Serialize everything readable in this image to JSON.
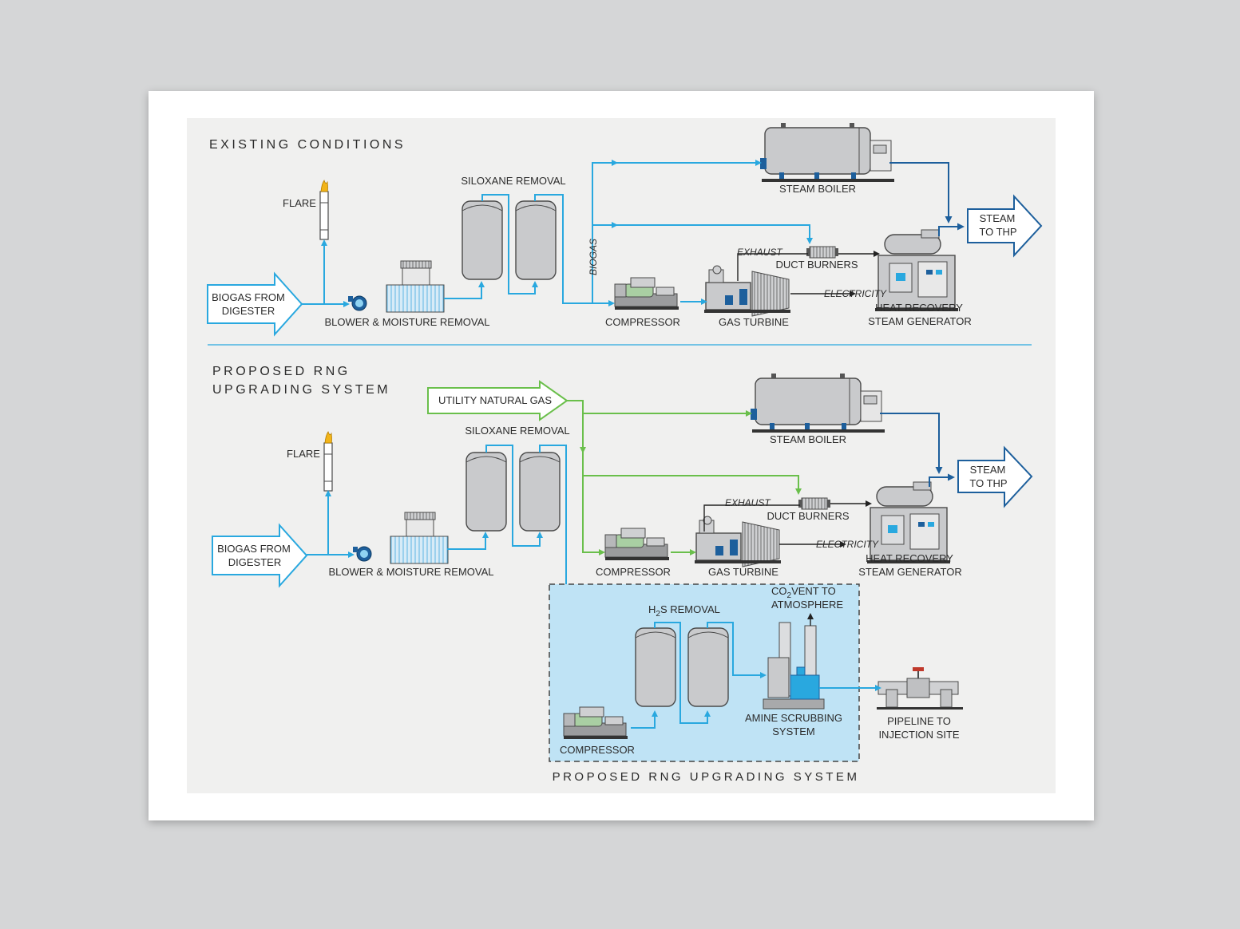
{
  "existing": {
    "heading": "EXISTING CONDITIONS",
    "flare": "FLARE",
    "biogas_from_1": "BIOGAS FROM",
    "biogas_from_2": "DIGESTER",
    "blower": "BLOWER & MOISTURE REMOVAL",
    "siloxane": "SILOXANE REMOVAL",
    "biogas": "BIOGAS",
    "compressor": "COMPRESSOR",
    "gas_turbine": "GAS TURBINE",
    "exhaust": "EXHAUST",
    "duct_burners": "DUCT BURNERS",
    "electricity": "ELECTRICITY",
    "hrsg_1": "HEAT RECOVERY",
    "hrsg_2": "STEAM GENERATOR",
    "steam_boiler": "STEAM BOILER",
    "steam_1": "STEAM",
    "steam_2": "TO THP"
  },
  "proposed": {
    "heading_1": "PROPOSED RNG",
    "heading_2": "UPGRADING SYSTEM",
    "utility_gas": "UTILITY NATURAL GAS",
    "flare": "FLARE",
    "biogas_from_1": "BIOGAS FROM",
    "biogas_from_2": "DIGESTER",
    "blower": "BLOWER & MOISTURE REMOVAL",
    "siloxane": "SILOXANE REMOVAL",
    "compressor": "COMPRESSOR",
    "gas_turbine": "GAS TURBINE",
    "exhaust": "EXHAUST",
    "duct_burners": "DUCT BURNERS",
    "electricity": "ELECTRICITY",
    "hrsg_1": "HEAT RECOVERY",
    "hrsg_2": "STEAM GENERATOR",
    "steam_boiler": "STEAM BOILER",
    "steam_1": "STEAM",
    "steam_2": "TO THP"
  },
  "upgrading": {
    "caption": "PROPOSED RNG UPGRADING SYSTEM",
    "h2s_a": "H",
    "h2s_sub": "2",
    "h2s_b": "S REMOVAL",
    "co2_a": "CO",
    "co2_sub": "2",
    "co2_b": "VENT TO",
    "co2_2": "ATMOSPHERE",
    "amine_1": "AMINE SCRUBBING",
    "amine_2": "SYSTEM",
    "compressor": "COMPRESSOR",
    "pipeline_1": "PIPELINE TO",
    "pipeline_2": "INJECTION SITE"
  },
  "colors": {
    "biogas_line": "#29a8df",
    "steam_line": "#1d5f9c",
    "natural_gas_line": "#6abf4b",
    "upgrading_area": "#bfe3f5"
  }
}
